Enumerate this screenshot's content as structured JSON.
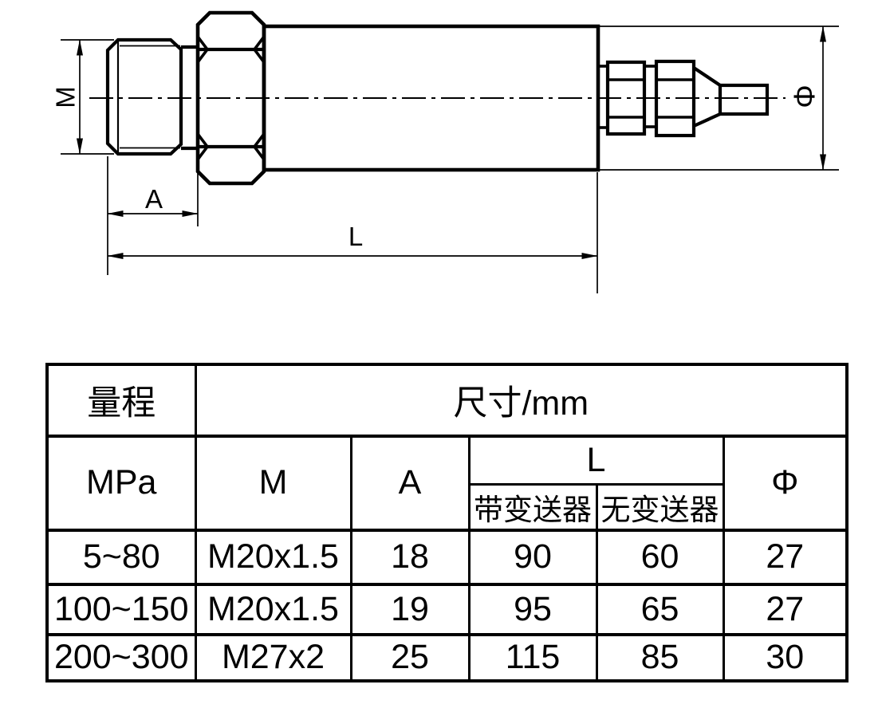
{
  "colors": {
    "ink": "#000000",
    "background": "#ffffff"
  },
  "drawing": {
    "labels": {
      "thread": "M",
      "thread_length": "A",
      "total_length": "L",
      "diameter": "Φ"
    }
  },
  "table": {
    "header": {
      "range_label": "量程",
      "size_label": "尺寸/mm",
      "unit_label": "MPa",
      "col_m": "M",
      "col_a": "A",
      "col_l": "L",
      "l_with_transmitter": "带变送器",
      "l_without_transmitter": "无变送器",
      "col_phi": "Φ"
    },
    "rows": [
      {
        "range": "5~80",
        "m": "M20x1.5",
        "a": "18",
        "l_with": "90",
        "l_without": "60",
        "phi": "27"
      },
      {
        "range": "100~150",
        "m": "M20x1.5",
        "a": "19",
        "l_with": "95",
        "l_without": "65",
        "phi": "27"
      },
      {
        "range": "200~300",
        "m": "M27x2",
        "a": "25",
        "l_with": "115",
        "l_without": "85",
        "phi": "30"
      }
    ]
  }
}
